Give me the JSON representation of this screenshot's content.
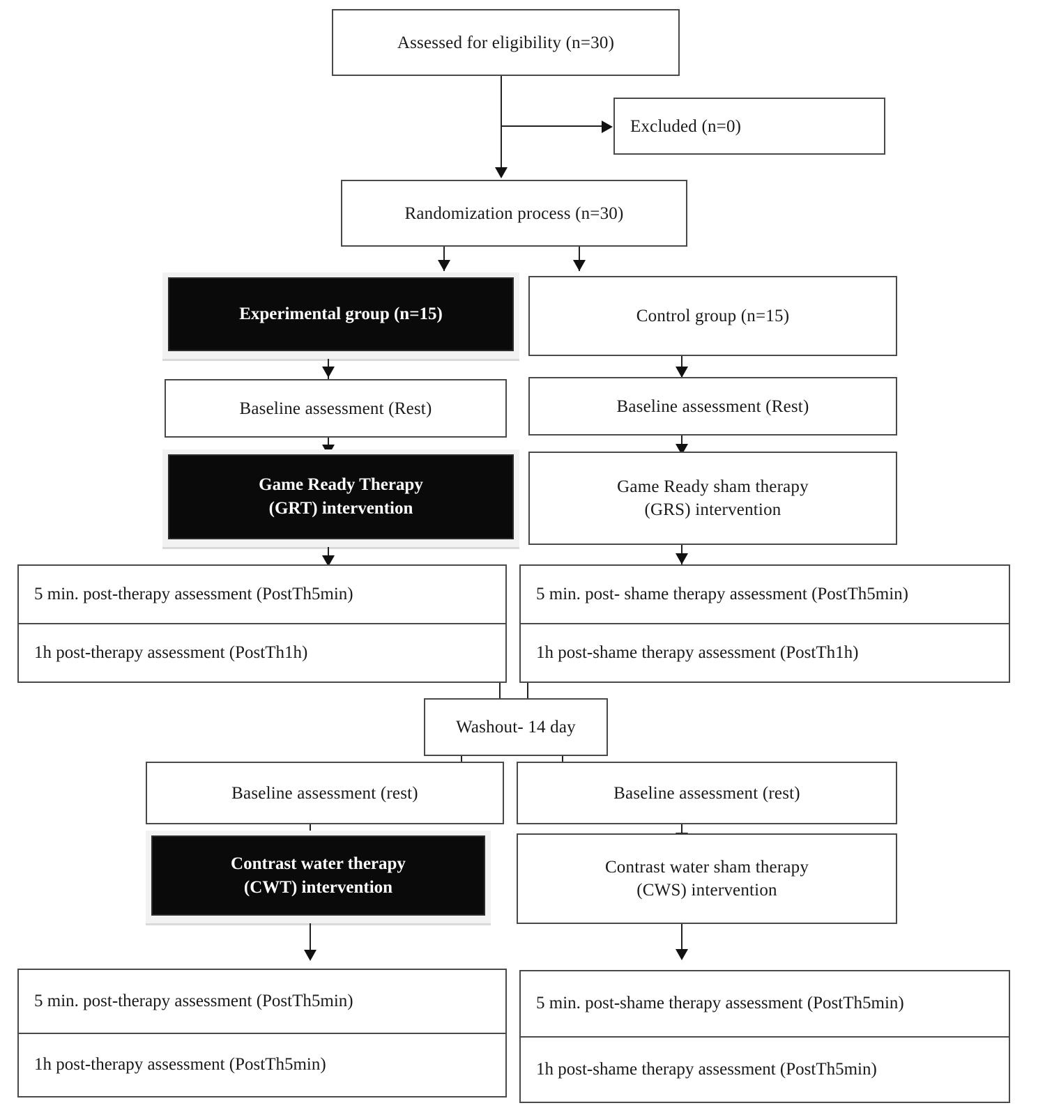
{
  "diagram": {
    "title": "CONSORT-style participant flow diagram",
    "type": "flowchart",
    "nodes": {
      "assessed": "Assessed for eligibility (n=30)",
      "excluded": "Excluded (n=0)",
      "randomization": "Randomization process (n=30)",
      "experimental_group": "Experimental group (n=15)",
      "control_group": "Control group (n=15)",
      "baseline_left_1": "Baseline assessment (Rest)",
      "baseline_right_1": "Baseline assessment (Rest)",
      "grt_line1": "Game Ready Therapy",
      "grt_line2": "(GRT) intervention",
      "grs_line1": "Game Ready sham therapy",
      "grs_line2": "(GRS) intervention",
      "post_left_1_a": "5 min. post-therapy assessment (PostTh5min)",
      "post_left_1_b": "1h post-therapy assessment (PostTh1h)",
      "post_right_1_a": "5 min. post- shame therapy assessment (PostTh5min)",
      "post_right_1_b": "1h post-shame therapy assessment (PostTh1h)",
      "washout": "Washout- 14 day",
      "baseline_left_2": "Baseline assessment (rest)",
      "baseline_right_2": "Baseline assessment (rest)",
      "cwt_line1": "Contrast water therapy",
      "cwt_line2": "(CWT) intervention",
      "cws_line1": "Contrast water sham therapy",
      "cws_line2": "(CWS) intervention",
      "post_left_2_a": "5 min. post-therapy assessment (PostTh5min)",
      "post_left_2_b": "1h post-therapy assessment (PostTh5min)",
      "post_right_2_a": "5 min. post-shame therapy assessment (PostTh5min)",
      "post_right_2_b": "1h post-shame therapy assessment (PostTh5min)"
    },
    "colors": {
      "highlight_fill": "#0a0a0a",
      "highlight_text": "#ffffff",
      "highlight_frame": "#f2f2f2",
      "box_border": "#4a4a4a",
      "connector": "#222222",
      "background": "#ffffff"
    }
  }
}
